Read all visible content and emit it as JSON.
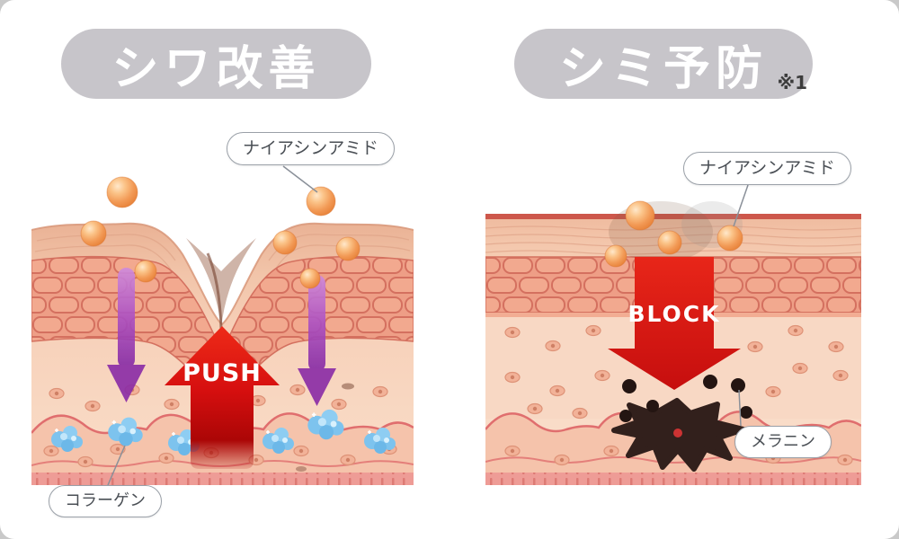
{
  "panels": {
    "left": {
      "title": "シワ改善",
      "ingredient_label": "ナイアシンアミド",
      "arrow_label": "PUSH",
      "bottom_label": "コラーゲン"
    },
    "right": {
      "title": "シミ予防",
      "title_note": "※1",
      "ingredient_label": "ナイアシンアミド",
      "arrow_label": "BLOCK",
      "bottom_label": "メラニン"
    }
  },
  "colors": {
    "title_badge_bg": "#c7c5ca",
    "title_text": "#ffffff",
    "push_block_red": "#d81414",
    "absorption_purple": "#9b3fb5",
    "collagen_blue": "#7ec4ee",
    "melanin_dark": "#32201c",
    "niacinamide_orange": "#f09a55",
    "skin_tone": "#f2c3a9"
  }
}
